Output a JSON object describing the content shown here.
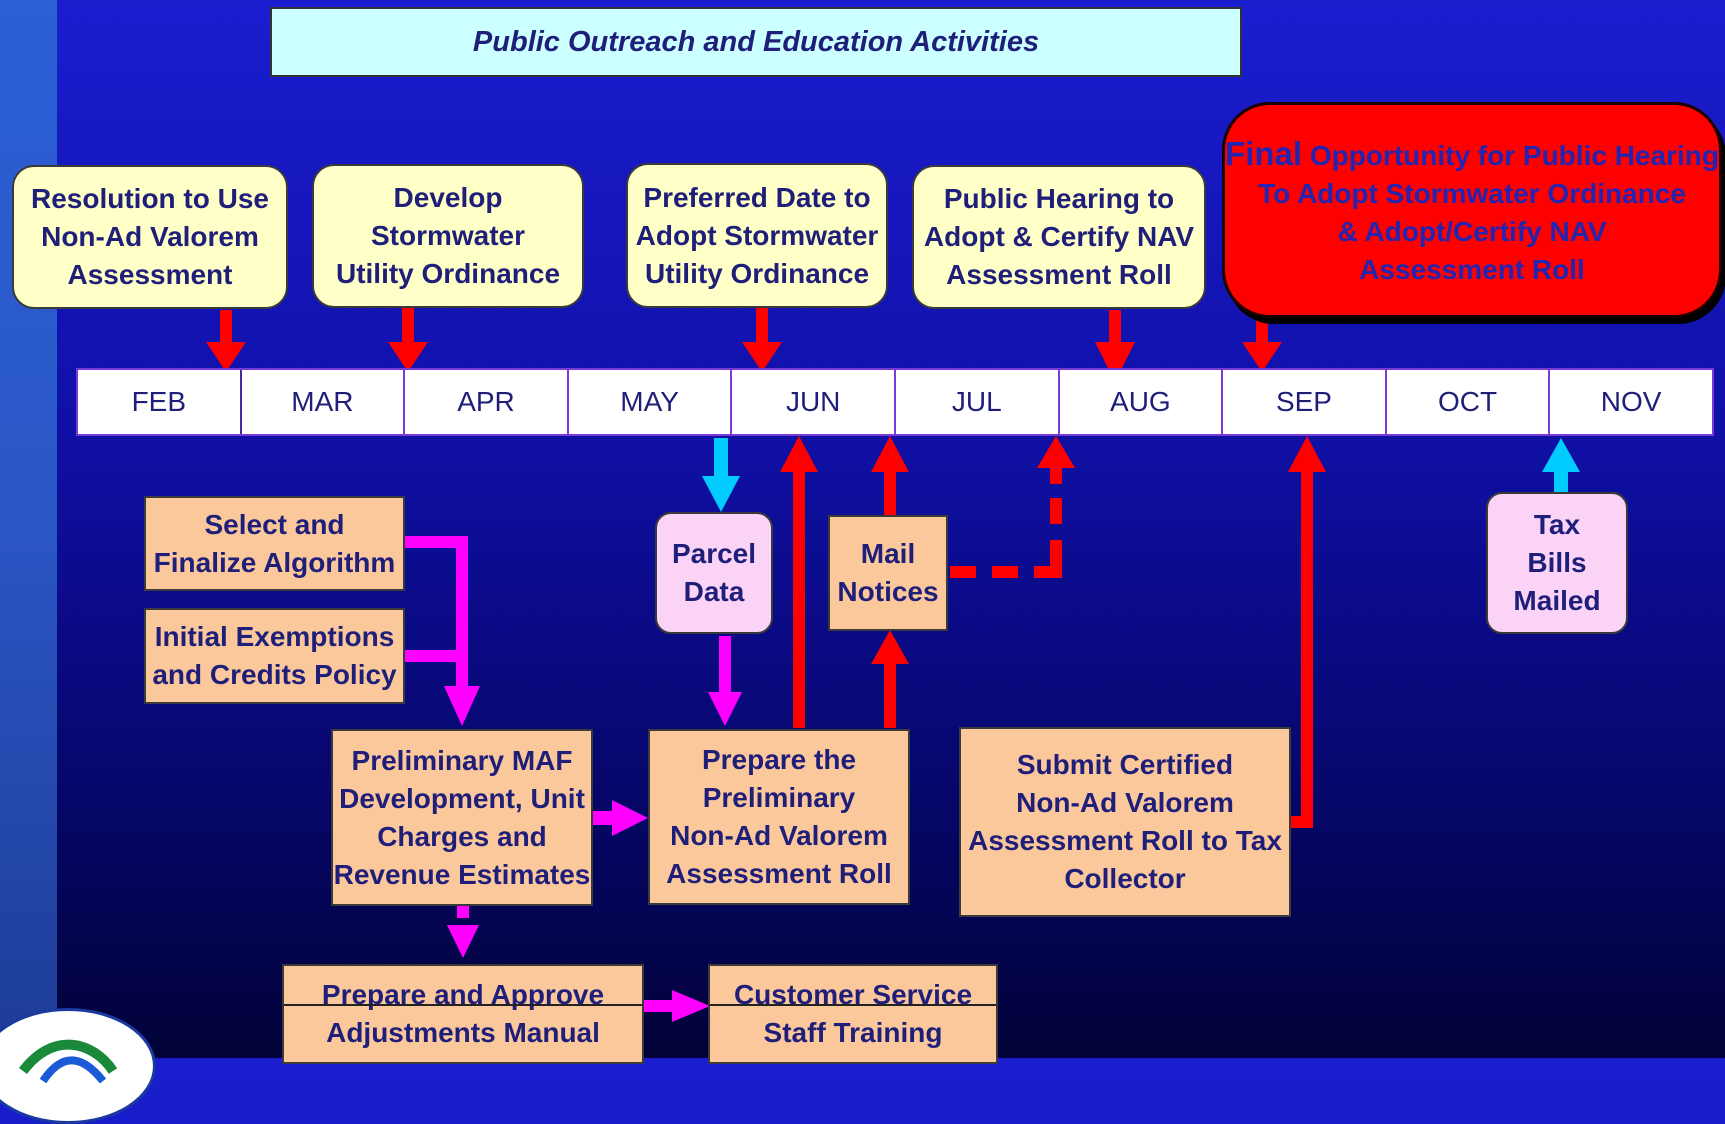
{
  "title": "Public Outreach and Education Activities",
  "months": [
    "FEB",
    "MAR",
    "APR",
    "MAY",
    "JUN",
    "JUL",
    "AUG",
    "SEP",
    "OCT",
    "NOV"
  ],
  "top_boxes": {
    "resolution": [
      "Resolution to Use",
      "Non-Ad Valorem",
      "Assessment"
    ],
    "develop": [
      "Develop Stormwater",
      "Utility Ordinance"
    ],
    "preferred": {
      "bold": "Preferred",
      "rest": " Date to",
      "lines": [
        "Adopt Stormwater",
        "Utility Ordinance"
      ]
    },
    "public_hearing": [
      "Public Hearing to",
      "Adopt & Certify  NAV",
      "Assessment Roll"
    ],
    "final": {
      "bold": "Final",
      "rest": " Opportunity for Public Hearing",
      "lines": [
        "To Adopt  Stormwater Ordinance",
        "& Adopt/Certify  NAV",
        "Assessment Roll"
      ]
    }
  },
  "bottom_boxes": {
    "select": [
      "Select and",
      "Finalize  Algorithm"
    ],
    "initial": [
      "Initial Exemptions",
      "and Credits Policy"
    ],
    "preliminary_maf": [
      "Preliminary MAF",
      "Development, Unit",
      "Charges and",
      "Revenue Estimates"
    ],
    "prepare_prelim": [
      "Prepare the",
      "Preliminary",
      "Non-Ad Valorem",
      "Assessment Roll"
    ],
    "submit": [
      "Submit Certified",
      "Non-Ad Valorem",
      "Assessment Roll to Tax",
      "Collector"
    ],
    "adjustments": [
      "Prepare and Approve",
      "Adjustments Manual"
    ],
    "customer": [
      "Customer Service",
      "Staff Training"
    ],
    "parcel": [
      "Parcel",
      "Data"
    ],
    "mail": [
      "Mail",
      "Notices"
    ],
    "tax": [
      "Tax",
      "Bills",
      "Mailed"
    ]
  },
  "colors": {
    "red_arrow": "#ff0000",
    "magenta_arrow": "#ff00ff",
    "cyan_arrow": "#00ccff",
    "yellow_box": "#ffffc8",
    "peach_box": "#fbc89b",
    "pink_box": "#fbd3f7"
  }
}
